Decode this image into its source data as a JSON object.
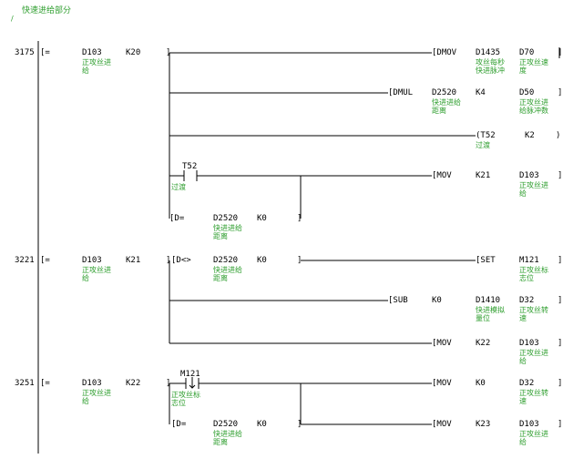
{
  "header": {
    "title": "快速进给部分",
    "mark": "/"
  },
  "colors": {
    "wire": "#000000",
    "comment": "#2e9e2e",
    "background": "#ffffff"
  },
  "rungs": [
    {
      "step": "3175",
      "compare": {
        "op": "[=",
        "a": "D103",
        "a_note": "正攻丝进\n给",
        "b": "K20"
      },
      "rows": [
        {
          "instr": "[DMOV",
          "p1": "D1435",
          "p1_note": "攻丝每秒\n快进脉冲",
          "p2": "D70",
          "p2_note": "正攻丝速\n度",
          "end": "]"
        },
        {
          "instr": "[DMUL",
          "p1": "D2520",
          "p1_note": "快进进给\n距离",
          "p2": "K4",
          "p3": "D50",
          "p3_note": "正攻丝进\n给脉冲数",
          "end": "]"
        },
        {
          "instr": "(T52",
          "instr_note": "过渡",
          "p2": "K2",
          "end": ")"
        },
        {
          "contact": "T52",
          "contact_note": "过渡",
          "instr": "[MOV",
          "p1": "K21",
          "p2": "D103",
          "p2_note": "正攻丝进\n给",
          "end": "]"
        },
        {
          "cmp": "[D=",
          "p1": "D2520",
          "p1_note": "快进进给\n距离",
          "p2": "K0",
          "end": "]"
        }
      ]
    },
    {
      "step": "3221",
      "compare": {
        "op": "[=",
        "a": "D103",
        "a_note": "正攻丝进\n给",
        "b": "K21"
      },
      "rows": [
        {
          "cmp": "[D<>",
          "p1": "D2520",
          "p1_note": "快进进给\n距离",
          "p2": "K0",
          "instr": "[SET",
          "p3": "M121",
          "p3_note": "正攻丝标\n志位",
          "end": "]"
        },
        {
          "instr": "[SUB",
          "p1": "K0",
          "p2": "D1410",
          "p2_note": "快进模拟\n量位",
          "p3": "D32",
          "p3_note": "正攻丝转\n速",
          "end": "]"
        },
        {
          "instr": "[MOV",
          "p1": "K22",
          "p2": "D103",
          "p2_note": "正攻丝进\n给",
          "end": "]"
        }
      ]
    },
    {
      "step": "3251",
      "compare": {
        "op": "[=",
        "a": "D103",
        "a_note": "正攻丝进\n给",
        "b": "K22"
      },
      "rows": [
        {
          "contact": "M121",
          "contact_note": "正攻丝标\n志位",
          "instr": "[MOV",
          "p1": "K0",
          "p2": "D32",
          "p2_note": "正攻丝转\n速",
          "end": "]"
        },
        {
          "cmp": "[D=",
          "p1": "D2520",
          "p1_note": "快进进给\n距离",
          "p2": "K0",
          "instr": "[MOV",
          "p3": "K23",
          "p4": "D103",
          "p4_note": "正攻丝进\n给",
          "end": "]"
        }
      ]
    }
  ]
}
